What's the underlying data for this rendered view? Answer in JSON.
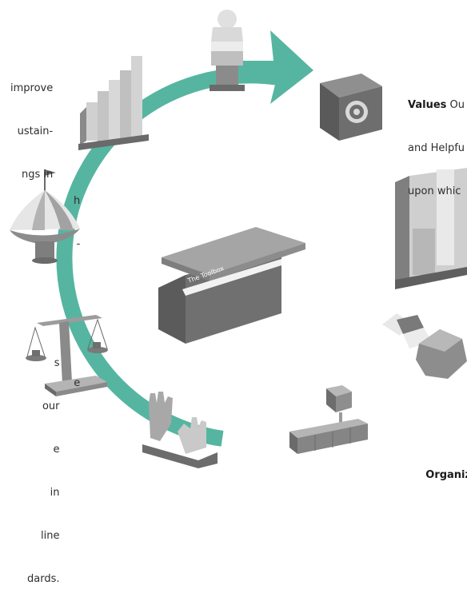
{
  "colors": {
    "ring": "#56b5a0",
    "grey_dark": "#6f6f6f",
    "grey_mid": "#9a9a9a",
    "grey_light": "#d3d3d3"
  },
  "center_box": {
    "label": "The Toolbox",
    "icon": "box-icon"
  },
  "texts": {
    "top_left": [
      "improve",
      "ustain-",
      "ngs in"
    ],
    "mid_left": [
      "h",
      "-",
      "e"
    ],
    "bottom_left": [
      "s",
      "our",
      "e",
      "in",
      "line",
      "dards."
    ],
    "top_right": {
      "bold": "Values",
      "rest": " Ou",
      "lines": [
        "and Helpfu",
        "upon whic"
      ]
    },
    "bottom_right": {
      "bold": "Organiz"
    }
  },
  "icons": [
    "person-icon",
    "target-cube-icon",
    "bar-frame-icon",
    "gem-icon",
    "blocks-icon",
    "hands-icon",
    "scale-icon",
    "tent-icon",
    "bar-chart-icon"
  ]
}
